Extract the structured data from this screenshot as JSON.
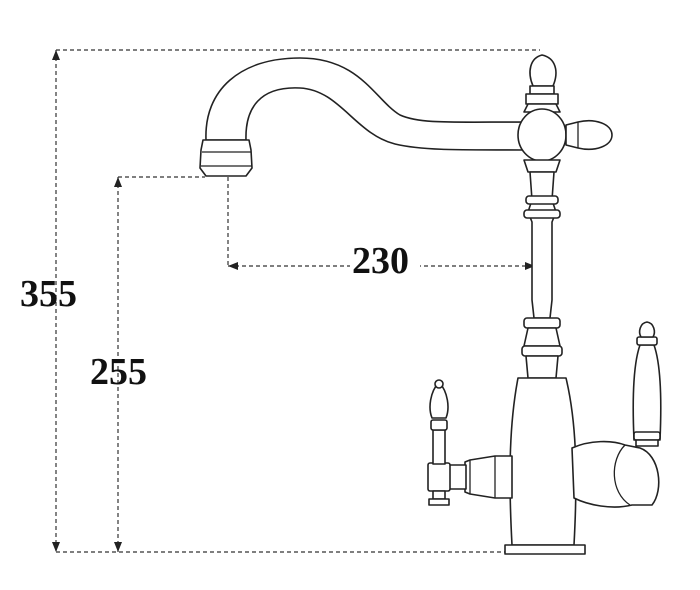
{
  "dimensions": {
    "total_height": "355",
    "outlet_height": "255",
    "reach": "230"
  }
}
